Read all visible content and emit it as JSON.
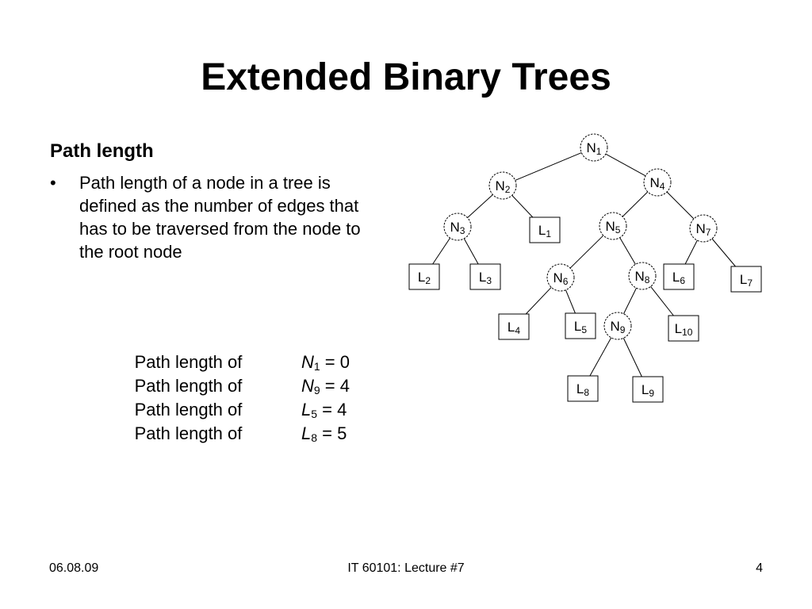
{
  "title": "Extended Binary Trees",
  "section": {
    "heading": "Path length",
    "bullet_symbol": "•",
    "bullet": "Path length of a node in a tree is defined as the number of edges that has to be traversed from the node to the root node"
  },
  "path_lengths": [
    {
      "label": "Path length of",
      "letter": "N",
      "sub": "1",
      "rest": " = 0"
    },
    {
      "label": "Path length of",
      "letter": "N",
      "sub": "9",
      "rest": " = 4"
    },
    {
      "label": "Path length of",
      "letter": "L",
      "sub": "5",
      "rest": " = 4"
    },
    {
      "label": "Path length of",
      "letter": "L",
      "sub": "8",
      "rest": " = 5"
    }
  ],
  "tree": {
    "nodes": [
      {
        "id": "N1",
        "letter": "N",
        "sub": "1",
        "kind": "internal"
      },
      {
        "id": "N2",
        "letter": "N",
        "sub": "2",
        "kind": "internal"
      },
      {
        "id": "N4",
        "letter": "N",
        "sub": "4",
        "kind": "internal"
      },
      {
        "id": "N3",
        "letter": "N",
        "sub": "3",
        "kind": "internal"
      },
      {
        "id": "L1",
        "letter": "L",
        "sub": "1",
        "kind": "external"
      },
      {
        "id": "N5",
        "letter": "N",
        "sub": "5",
        "kind": "internal"
      },
      {
        "id": "N7",
        "letter": "N",
        "sub": "7",
        "kind": "internal"
      },
      {
        "id": "L2",
        "letter": "L",
        "sub": "2",
        "kind": "external"
      },
      {
        "id": "L3",
        "letter": "L",
        "sub": "3",
        "kind": "external"
      },
      {
        "id": "N6",
        "letter": "N",
        "sub": "6",
        "kind": "internal"
      },
      {
        "id": "N8",
        "letter": "N",
        "sub": "8",
        "kind": "internal"
      },
      {
        "id": "L6",
        "letter": "L",
        "sub": "6",
        "kind": "external"
      },
      {
        "id": "L7",
        "letter": "L",
        "sub": "7",
        "kind": "external"
      },
      {
        "id": "L4",
        "letter": "L",
        "sub": "4",
        "kind": "external"
      },
      {
        "id": "L5",
        "letter": "L",
        "sub": "5",
        "kind": "external"
      },
      {
        "id": "N9",
        "letter": "N",
        "sub": "9",
        "kind": "internal"
      },
      {
        "id": "L10",
        "letter": "L",
        "sub": "10",
        "kind": "external"
      },
      {
        "id": "L8",
        "letter": "L",
        "sub": "8",
        "kind": "external"
      },
      {
        "id": "L9",
        "letter": "L",
        "sub": "9",
        "kind": "external"
      }
    ],
    "edges": [
      [
        "N1",
        "N2"
      ],
      [
        "N1",
        "N4"
      ],
      [
        "N2",
        "N3"
      ],
      [
        "N2",
        "L1"
      ],
      [
        "N4",
        "N5"
      ],
      [
        "N4",
        "N7"
      ],
      [
        "N3",
        "L2"
      ],
      [
        "N3",
        "L3"
      ],
      [
        "N5",
        "N6"
      ],
      [
        "N5",
        "N8"
      ],
      [
        "N7",
        "L6"
      ],
      [
        "N7",
        "L7"
      ],
      [
        "N6",
        "L4"
      ],
      [
        "N6",
        "L5"
      ],
      [
        "N8",
        "N9"
      ],
      [
        "N8",
        "L10"
      ],
      [
        "N9",
        "L8"
      ],
      [
        "N9",
        "L9"
      ]
    ]
  },
  "footer": {
    "date": "06.08.09",
    "course": "IT 60101: Lecture #7",
    "page": "4"
  }
}
